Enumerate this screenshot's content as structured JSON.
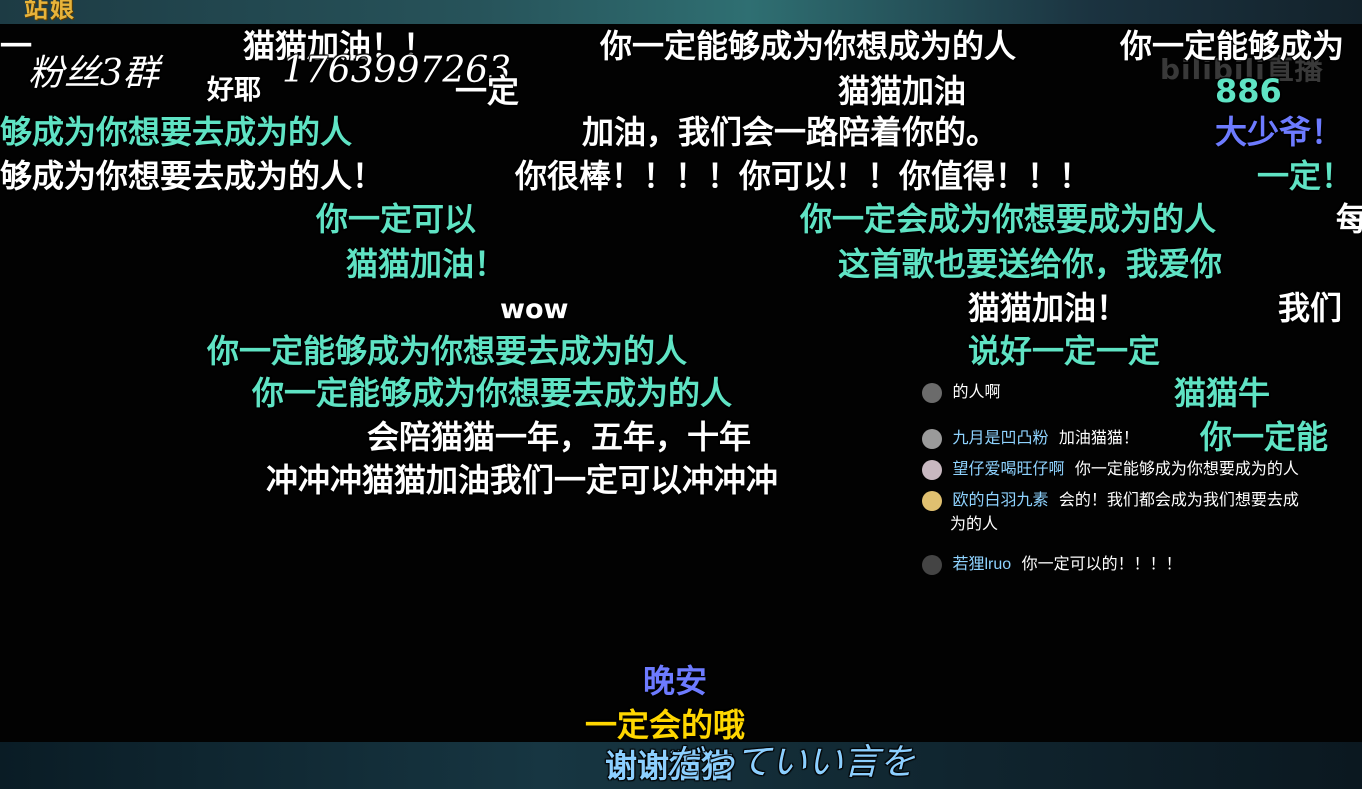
{
  "colors": {
    "white": "#ffffff",
    "teal": "#5fe3c4",
    "blue": "#6d7bff",
    "yellow": "#ffd700",
    "lightblue": "#8ccfff",
    "chat_name": "#8fd3ff"
  },
  "header": {
    "logo_text": "站娘"
  },
  "watermark": "bilibili直播",
  "danmaku": [
    {
      "text": "一",
      "color": "#ffffff"
    },
    {
      "text": "猫猫加油！！",
      "color": "#ffffff"
    },
    {
      "text": "你一定能够成为你想成为的人",
      "color": "#ffffff"
    },
    {
      "text": "你一定能够成为",
      "color": "#ffffff"
    },
    {
      "text": "粉丝3群",
      "color": "#ffffff"
    },
    {
      "text": "好耶",
      "color": "#ffffff"
    },
    {
      "text": "1763997263",
      "color": "#ffffff"
    },
    {
      "text": "一定",
      "color": "#ffffff"
    },
    {
      "text": "猫猫加油",
      "color": "#ffffff"
    },
    {
      "text": "886",
      "color": "#5fe3c4"
    },
    {
      "text": "够成为你想要去成为的人",
      "color": "#5fe3c4"
    },
    {
      "text": "加油，我们会一路陪着你的。",
      "color": "#ffffff"
    },
    {
      "text": "大少爷！",
      "color": "#6d7bff"
    },
    {
      "text": "够成为你想要去成为的人！",
      "color": "#ffffff"
    },
    {
      "text": "你很棒！！！！你可以！！你值得！！！",
      "color": "#ffffff"
    },
    {
      "text": "一定！",
      "color": "#5fe3c4"
    },
    {
      "text": "你一定可以",
      "color": "#5fe3c4"
    },
    {
      "text": "你一定会成为你想要成为的人",
      "color": "#5fe3c4"
    },
    {
      "text": "每",
      "color": "#ffffff"
    },
    {
      "text": "猫猫加油！",
      "color": "#5fe3c4"
    },
    {
      "text": "这首歌也要送给你，我爱你",
      "color": "#5fe3c4"
    },
    {
      "text": "wow",
      "color": "#ffffff"
    },
    {
      "text": "猫猫加油！",
      "color": "#ffffff"
    },
    {
      "text": "我们",
      "color": "#ffffff"
    },
    {
      "text": "你一定能够成为你想要去成为的人",
      "color": "#5fe3c4"
    },
    {
      "text": "说好一定一定",
      "color": "#5fe3c4"
    },
    {
      "text": "你一定能够成为你想要去成为的人",
      "color": "#5fe3c4"
    },
    {
      "text": "猫猫牛",
      "color": "#5fe3c4"
    },
    {
      "text": "会陪猫猫一年，五年，十年",
      "color": "#ffffff"
    },
    {
      "text": "你一定能",
      "color": "#5fe3c4"
    },
    {
      "text": "冲冲冲猫猫加油我们一定可以冲冲冲",
      "color": "#ffffff"
    },
    {
      "text": "晚安",
      "color": "#6d7bff"
    },
    {
      "text": "一定会的哦",
      "color": "#ffd700"
    },
    {
      "text": "谢谢猫猫",
      "color": "#8ccfff"
    },
    {
      "text": "だっていい言を",
      "color": "#8ccfff"
    }
  ],
  "chat": [
    {
      "name": "",
      "message": "的人啊"
    },
    {
      "name": "九月是凹凸粉",
      "message": "加油猫猫！"
    },
    {
      "name": "望仔爱喝旺仔啊",
      "message": "你一定能够成为你想要成为的人"
    },
    {
      "name": "欧的白羽九素",
      "message": "会的！我们都会成为我们想要去成"
    },
    {
      "name": "",
      "message": "为的人"
    },
    {
      "name": "若狸lruo",
      "message": "你一定可以的！！！！"
    }
  ]
}
